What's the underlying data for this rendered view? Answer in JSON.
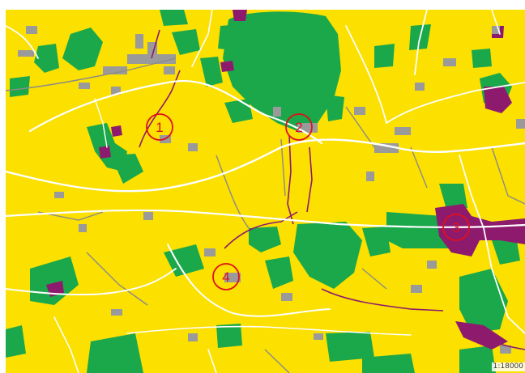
{
  "map": {
    "scale_text": "1:18000",
    "colors": {
      "background": "#fbe000",
      "forest": "#1aa84a",
      "built_up": "#9a9a9a",
      "special": "#8e1a6e",
      "road": "#ffffff",
      "path": "#8a8a8a",
      "stream": "#8e1a6e",
      "marker": "#e0101a"
    },
    "markers": [
      {
        "id": 1,
        "label": "1"
      },
      {
        "id": 2,
        "label": "2"
      },
      {
        "id": 3,
        "label": "3"
      },
      {
        "id": 4,
        "label": "4"
      }
    ]
  }
}
